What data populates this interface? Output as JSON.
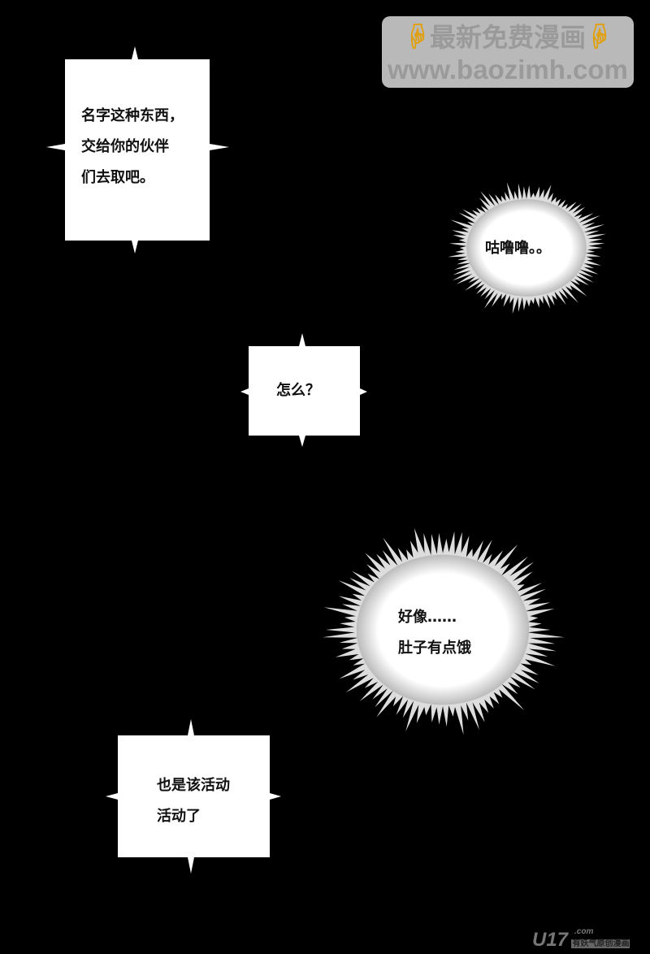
{
  "watermark": {
    "line1": "最新免费漫画",
    "line2": "www.baozimh.com",
    "icon": "pointing-down-hand-icon"
  },
  "bubbles": [
    {
      "lines": [
        "名字这种东西，",
        "交给你的伙伴",
        "们去取吧。"
      ]
    },
    {
      "lines": [
        "咕噜噜。。"
      ]
    },
    {
      "lines": [
        "怎么？"
      ]
    },
    {
      "lines": [
        "好像……",
        "肚子有点饿"
      ]
    },
    {
      "lines": [
        "也是该活动",
        "活动了"
      ]
    }
  ],
  "logo": {
    "brand": "U17",
    "domain": ".com",
    "tagline": "有妖气原创漫画"
  },
  "colors": {
    "background": "#000000",
    "bubble": "#ffffff",
    "watermark_bg": "#b9b9b9"
  }
}
